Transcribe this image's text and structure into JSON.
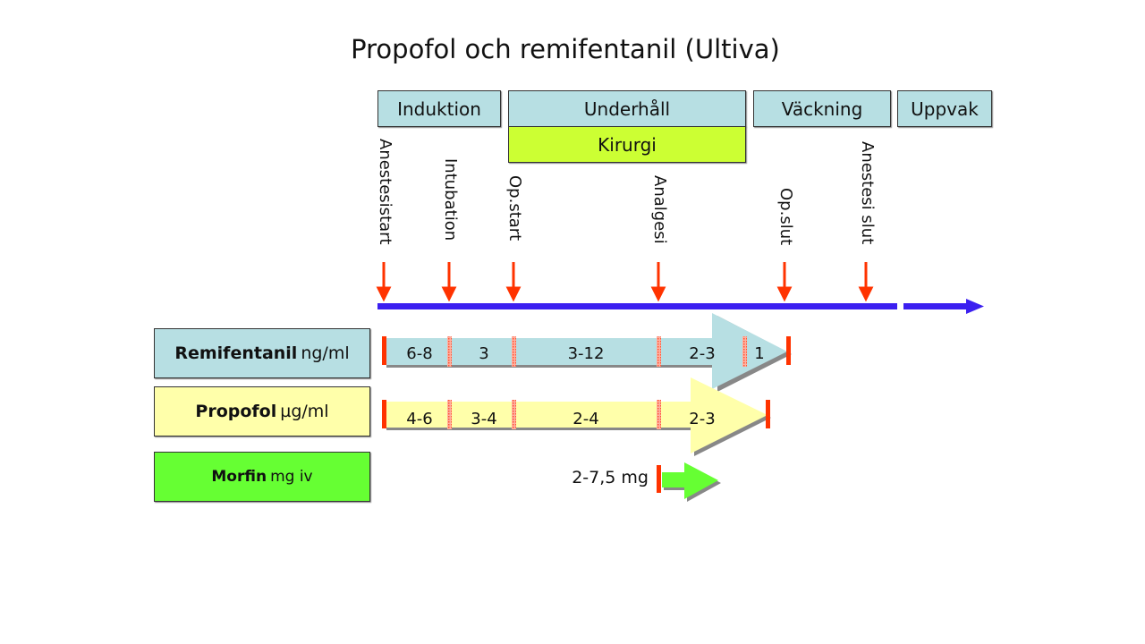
{
  "title": "Propofol och remifentanil (Ultiva)",
  "phases": {
    "induktion": "Induktion",
    "underhall": "Underhåll",
    "kirurgi": "Kirurgi",
    "vackning": "Väckning",
    "uppvak": "Uppvak"
  },
  "events": [
    "Anestesistart",
    "Intubation",
    "Op.start",
    "Analgesi",
    "Op.slut",
    "Anestesi slut"
  ],
  "drugs": {
    "remifentanil": {
      "name": "Remifentanil",
      "unit": "ng/ml",
      "values": [
        "6-8",
        "3",
        "3-12",
        "2-3",
        "1"
      ]
    },
    "propofol": {
      "name": "Propofol",
      "unit": "µg/ml",
      "values": [
        "4-6",
        "3-4",
        "2-4",
        "2-3"
      ]
    },
    "morfin": {
      "name": "Morfin",
      "unit": "mg iv",
      "dose": "2-7,5 mg"
    }
  },
  "colors": {
    "phase": "#b7dfe3",
    "kirurgi": "#ccff33",
    "remi": "#b7dfe3",
    "propofol": "#ffffaa",
    "morfin": "#66ff33",
    "timeline": "#3b1ff0",
    "marker": "#ff3300"
  }
}
